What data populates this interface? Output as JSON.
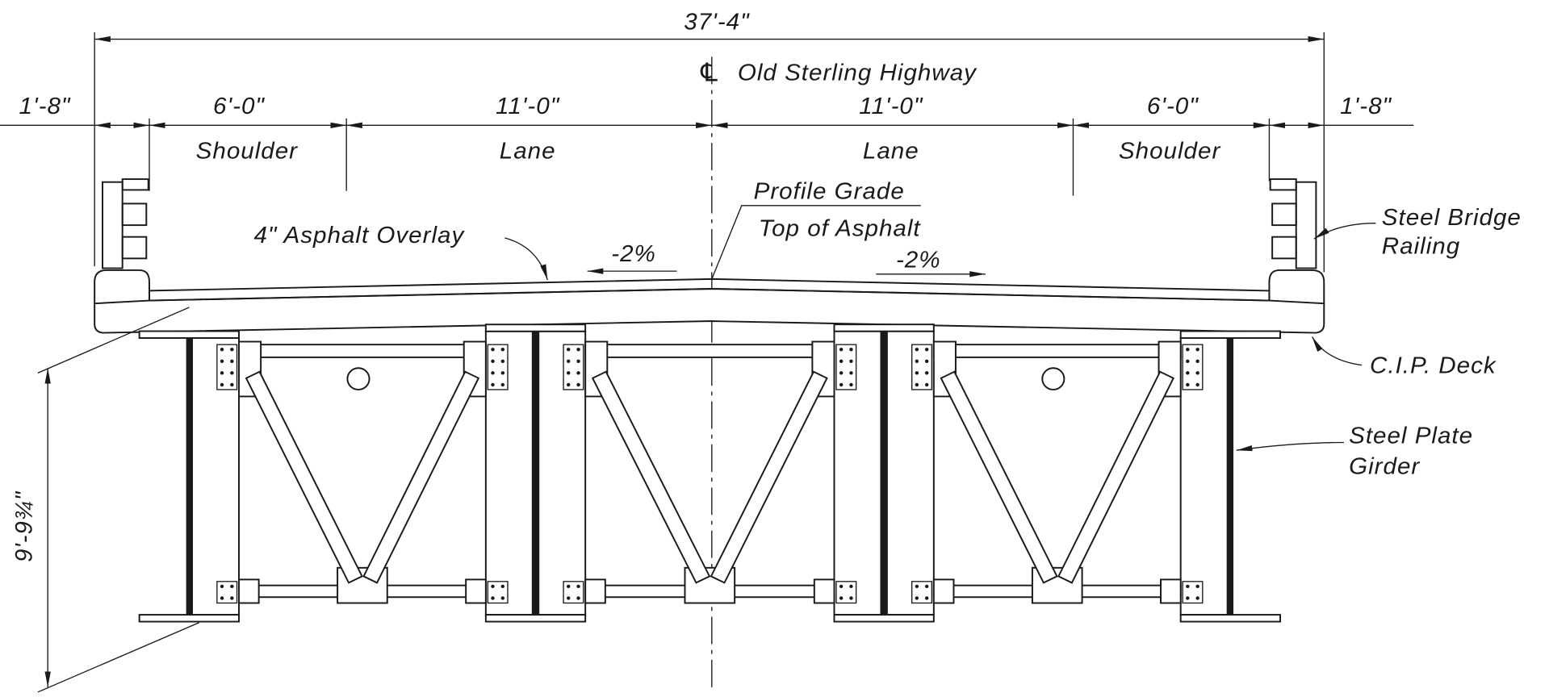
{
  "drawing": {
    "overall_width": "37'-4\"",
    "centerline_symbol": "℄",
    "centerline_label": "Old Sterling Highway",
    "segments": [
      {
        "dim": "1'-8\""
      },
      {
        "dim": "6'-0\"",
        "label": "Shoulder"
      },
      {
        "dim": "11'-0\"",
        "label": "Lane"
      },
      {
        "dim": "11'-0\"",
        "label": "Lane"
      },
      {
        "dim": "6'-0\"",
        "label": "Shoulder"
      },
      {
        "dim": "1'-8\""
      }
    ],
    "overall_depth": "9'-9¾\"",
    "callouts": {
      "profile_grade": "Profile Grade",
      "top_of_asphalt": "Top of Asphalt",
      "asphalt_overlay": "4\" Asphalt Overlay",
      "cross_slope_left": "-2%",
      "cross_slope_right": "-2%",
      "railing_line1": "Steel Bridge",
      "railing_line2": "Railing",
      "deck": "C.I.P. Deck",
      "girder_line1": "Steel Plate",
      "girder_line2": "Girder"
    }
  },
  "colors": {
    "line": "#1a1a1a",
    "background": "#ffffff"
  }
}
